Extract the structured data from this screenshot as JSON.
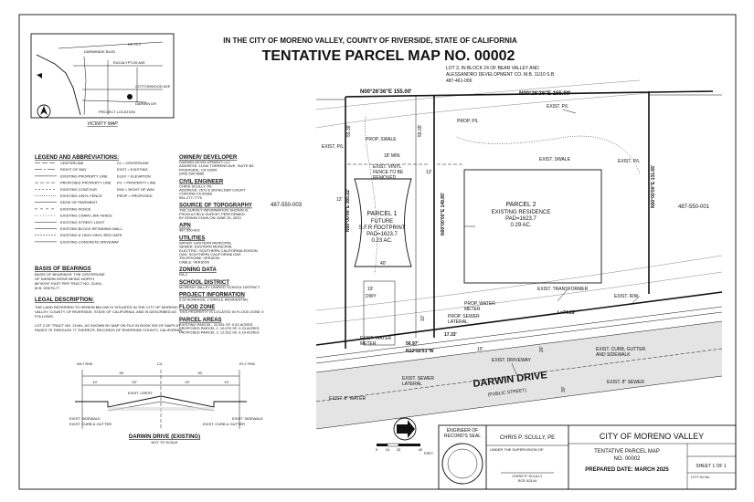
{
  "header": {
    "subtitle": "IN THE CITY OF MORENO VALLEY, COUNTY OF RIVERSIDE, STATE OF CALIFORNIA",
    "title": "TENTATIVE PARCEL MAP NO. 00002"
  },
  "vicinity": {
    "label": "VICINITY MAP",
    "streets": [
      "FR PKY",
      "DARWINIDE BLVD",
      "EUCALYPTUS AVE",
      "COTTONWOOD AVE",
      "DARWIN DR"
    ],
    "location_label": "PROJECT LOCATION",
    "scale_note": "NOT TO SCALE"
  },
  "legend": {
    "heading": "LEGEND AND ABBREVIATIONS:",
    "lines": [
      "CENTERLINE",
      "RIGHT OF WAY",
      "EXISTING PROPERTY LINE",
      "PROPOSED PROPERTY LINE",
      "EXISTING CONTOUR",
      "EXISTING VINYL FENCE",
      "EDGE OF PAVEMENT",
      "EXISTING FENCE",
      "EXISTING CHAIN LINK FENCE",
      "EXISTING STREET LIGHT",
      "EXISTING BLOCK RETAINING WALL",
      "EXISTING 6' HIGH VINYL RED GATE",
      "EXISTING CONCRETE DRIVEWAY"
    ],
    "abbr": [
      "CL = CENTERLINE",
      "EXST = EXISTING",
      "ELEV = ELEVATION",
      "P/L = PROPERTY LINE",
      "R/W = RIGHT OF WAY",
      "PROP = PROPOSED"
    ]
  },
  "bearings": {
    "heading": "BASIS OF BEARINGS",
    "text": [
      "BASIS OF BEARINGS: THE CENTERLINE",
      "OF DARWIN DRIVE BEING NORTH",
      "88°00'00\" EAST PER TRACT NO. 21494,",
      "M.B. 925/75-77"
    ]
  },
  "legal": {
    "heading": "LEGAL DESCRIPTION:",
    "text": [
      "THE LAND REFERRED TO HEREIN BELOW IS SITUATED IN THE CITY OF MORENO",
      "VALLEY, COUNTY OF RIVERSIDE, STATE OF CALIFORNIA, AND IS DESCRIBED AS",
      "FOLLOWS:",
      "",
      "LOT 2 OF TRACT NO. 21494, AS SHOWN BY MAP ON FILE IN BOOK 925 OF MAPS AT",
      "PAGES 75 THROUGH 77 THEREOF, RECORDS OF RIVERSIDE COUNTY, CALIFORNIA."
    ]
  },
  "info": {
    "owner_heading": "OWNER/ DEVELOPER",
    "owner_text": [
      "DARWIN DEVELOPMENT LLC",
      "ADDRESS: 11044 TORRENS AVE, SUITE B3",
      "RIVERSIDE, CA 92505",
      "(949) 530-6666"
    ],
    "engineer_heading": "CIVIL ENGINEER",
    "engineer_text": [
      "CHRIS SCULLY, PE",
      "ADDRESS: 2573 E BOXELDER COURT",
      "CORONA CA 92883",
      "951-277-7775"
    ],
    "topo_heading": "SOURCE OF TOPOGRAPHY",
    "topo_text": [
      "THE SURVEY INFORMATION SHOWN IS",
      "FROM A FIELD SURVEY PERFORMED",
      "BY EDWIN CHUN ON JUNE 26, 2023"
    ],
    "apn_heading": "APN",
    "apn_text": [
      "487-550-002"
    ],
    "utilities_heading": "UTILITIES",
    "utilities_text": [
      "WATER: EASTERN MUNICIPAL",
      "SEWER: EASTERN MUNICIPAL",
      "ELECTRIC: SOUTHERN CALIFORNIA EDISON",
      "GAS: SOUTHERN CALIFORNIA GAS",
      "TELEPHONE: VERIZON",
      "CABLE: VERIZON"
    ],
    "zoning_heading": "ZONING DATA",
    "zoning_text": [
      "RA-2"
    ],
    "school_heading": "SCHOOL DISTRICT",
    "school_text": [
      "MORENO VALLEY UNIFIED SCHOOL DISTRICT"
    ],
    "project_heading": "PROJECT INFORMATION",
    "project_text": [
      "0.52 ACREAGE, 2 SINGLE RESIDENTIAL"
    ],
    "flood_heading": "FLOOD ZONE",
    "flood_text": [
      "THIS PROPERTY IS LOCATED IN FLOOD ZONE X"
    ],
    "areas_heading": "PARCEL AREAS",
    "areas_text": [
      "EXISTING PARCEL: 22,591 SF, 0.52 ACRES",
      "PROPOSED PARCEL 1: 10,070 SF, 0.23 ACRES",
      "PROPOSED PARCEL 2: 12,512 SF, 0.29 ACRES"
    ]
  },
  "plan": {
    "lot_note": [
      "LOT 3, IN BLOCK 24 OF BEAR VALLEY AND",
      "ALESSANDRO DEVELOPMENT CO. M.B. 11/10 S.B.",
      "487-461-006"
    ],
    "bearing_top": "N00°26'36\"E 155.00'",
    "bearing_mid": "N00°26'36\"E 155.00'",
    "bearing_bottom": "N12°52'21\"W",
    "bearing_left": "N00°00'00\"E 165.22'",
    "bearing_center": "N00°00'00\"E 149.85'",
    "bearing_right": "N00°00'00\"E 131.65'",
    "dim_55": "55.36'",
    "dim_55b": "55.05'",
    "dim_18": "18' MIN.",
    "dim_12": "12'",
    "dim_13": "13'",
    "dim_40": "40'",
    "dim_19": "19'",
    "dim_56": "56.97'",
    "dim_17": "17.33'",
    "dim_74": "L=74.69'",
    "dim_20": "20'",
    "dim_30": "30'",
    "dim_10a": "10'",
    "dim_10b": "10'",
    "dwy": "DWY",
    "parcel1": [
      "PARCEL 1",
      "FUTURE",
      "S.F.R FOOTPRINT",
      "PAD=1623.7",
      "0.23 AC."
    ],
    "parcel2": [
      "PARCEL 2",
      "EXISTING RESIDENCE",
      "PAD=1623.7",
      "0.29 AC."
    ],
    "apn_left": "487-550-003",
    "apn_right": "487-550-001",
    "exist_pl_top": "EXIST. P/L",
    "exist_pl_left": "EXIST. P/L",
    "exist_pl_right": "EXIST. P/L",
    "prop_pl": "PROP. P/L",
    "prop_swale": "PROP. SWALE",
    "exist_swale": "EXIST. SWALE",
    "fence_removed": [
      "EXIST. VINYL",
      "FENCE TO BE",
      "REMOVED"
    ],
    "transformer": "EXIST. TRANSFORMER",
    "exist_rw": "EXIST. R/W",
    "water_meter_exist": [
      "EXIST. WATER",
      "METER"
    ],
    "water_meter_prop": [
      "PROP. WATER",
      "METER"
    ],
    "sewer_prop": [
      "PROP. SEWER",
      "LATERAL"
    ],
    "sewer_exist": [
      "EXIST. SEWER",
      "LATERAL"
    ],
    "water_8": "EXIST. 8\" WATER",
    "sewer_8": "EXIST. 8\" SEWER",
    "driveway": "EXIST. DRIVEWAY",
    "curb": [
      "EXIST. CURB, GUTTER",
      "AND SIDEWALK"
    ],
    "street_name": "DARWIN DRIVE",
    "street_sub": "(PUBLIC STREET)"
  },
  "section": {
    "wly": "WLY R/W",
    "cl": "C/L",
    "ely": "E'LY R/W",
    "dims_top": [
      "30'",
      "30'"
    ],
    "dims_mid": [
      "10'",
      "20'",
      "20'",
      "10'"
    ],
    "crest": "EXIST. CREST",
    "sidewalk_l": "EXIST. SIDEWALK",
    "sidewalk_r": "EXIST. SIDEWALK",
    "curb_l": "EXIST. CURB & GUTTER",
    "curb_r": "EXIST. CURB & GUTTER",
    "title": "DARWIN DRIVE (EXISTING)",
    "scale_note": "NOT TO SCALE"
  },
  "scale": {
    "ticks": [
      "0",
      "10",
      "20",
      "40"
    ],
    "unit": "FEET"
  },
  "titleblock": {
    "seal_label": [
      "ENGINEER OF",
      "RECORD'S SEAL"
    ],
    "engineer_name": "CHRIS P. SCULLY, PE",
    "supervision": "UNDER THE SUPERVISION OF:",
    "sign_name": "CHRIS P. SCULLY",
    "sign_license": "RCE 82144",
    "city": "CITY OF MORENO VALLEY",
    "map_type": "TENTATIVE PARCEL MAP",
    "map_no": "NO. 00002",
    "prepared": "PREPARED DATE: MARCH 2025",
    "sheet": "SHEET 1 OF 1",
    "city_file": "CITY ID No"
  },
  "colors": {
    "ink": "#111111",
    "street_fill": "#d9d9d9",
    "paper": "#ffffff"
  }
}
